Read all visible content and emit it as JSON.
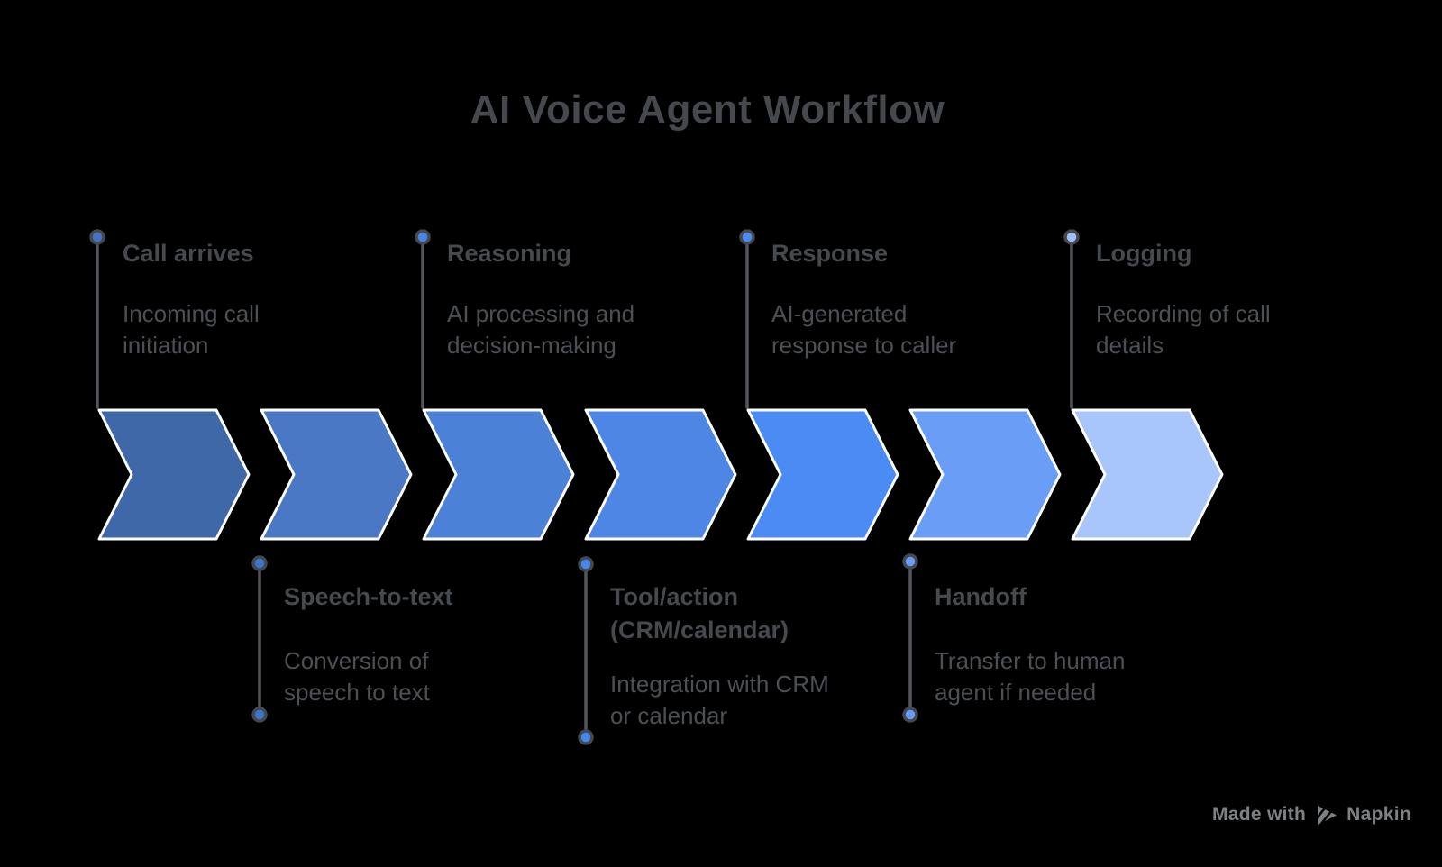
{
  "title": "AI Voice Agent Workflow",
  "colors": {
    "background": "#000000",
    "arrow_border": "#ffffff",
    "connector_line": "#53565b",
    "dot_ring": "#45484d",
    "heading_text": "#46494d",
    "body_text": "#4c5055",
    "watermark_text": "#7e8184"
  },
  "steps": [
    {
      "label": "Call arrives",
      "description": "Incoming call\ninitiation",
      "position": "top",
      "arrow_color": "#3e68a8",
      "dot_color": "#4273c8"
    },
    {
      "label": "Speech-to-text",
      "description": "Conversion of\nspeech to text",
      "position": "bottom",
      "arrow_color": "#4a78c4",
      "dot_color": "#3f74ce"
    },
    {
      "label": "Reasoning",
      "description": "AI processing and\ndecision-making",
      "position": "top",
      "arrow_color": "#4b81d6",
      "dot_color": "#4785e8"
    },
    {
      "label": "Tool/action\n(CRM/calendar)",
      "description": "Integration with CRM\nor calendar",
      "position": "bottom",
      "arrow_color": "#4d86e4",
      "dot_color": "#4587f0"
    },
    {
      "label": "Response",
      "description": "AI-generated\nresponse to caller",
      "position": "top",
      "arrow_color": "#4a8cf4",
      "dot_color": "#4a8cf4"
    },
    {
      "label": "Handoff",
      "description": "Transfer to human\nagent if needed",
      "position": "bottom",
      "arrow_color": "#6a9df6",
      "dot_color": "#669cf7"
    },
    {
      "label": "Logging",
      "description": "Recording of call\ndetails",
      "position": "top",
      "arrow_color": "#a8c6fa",
      "dot_color": "#9dc0f8"
    }
  ],
  "watermark": {
    "made_with": "Made with",
    "brand": "Napkin",
    "icon": "napkin-logo-icon"
  }
}
